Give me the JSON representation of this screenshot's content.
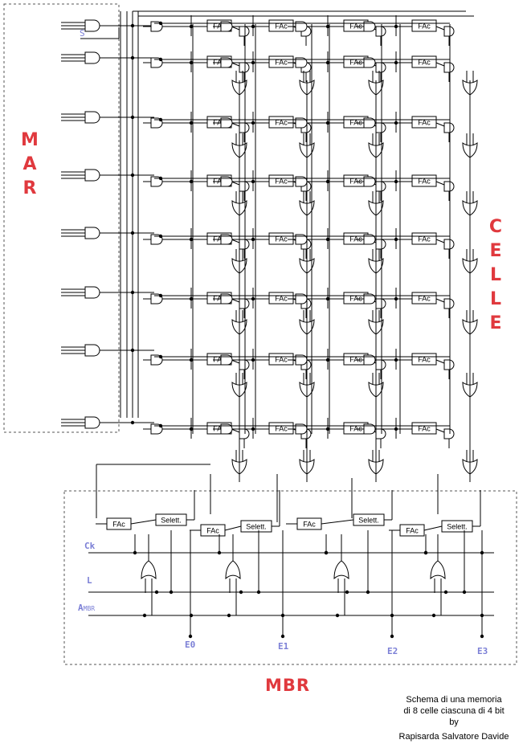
{
  "labels": {
    "mar": "MAR",
    "celle": "CELLE",
    "mbr": "MBR"
  },
  "signals": {
    "s": "S",
    "ck": "Ck",
    "l": "L",
    "a_prefix": "A",
    "a_suffix": "MBR",
    "e0": "E0",
    "e1": "E1",
    "e2": "E2",
    "e3": "E3"
  },
  "cell_block_label": "FAc",
  "selector_label": "Selett.",
  "caption": {
    "line1": "Schema di una memoria",
    "line2": "di 8 celle ciascuna di 4 bit",
    "line3": "by",
    "line4": "Rapisarda Salvatore Davide"
  },
  "structure": {
    "cell_rows": 8,
    "bits_per_cell": 4
  },
  "colors": {
    "label_red": "#e0393e",
    "signal_blue": "#7b7fd6",
    "wire": "#000000"
  }
}
